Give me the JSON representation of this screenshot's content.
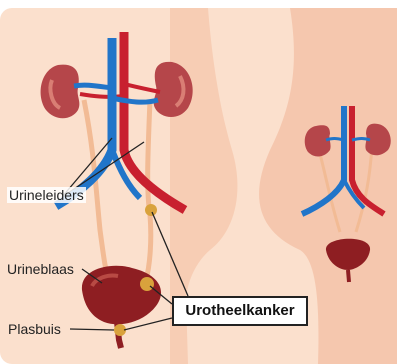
{
  "labels": {
    "ureters": "Urineleiders",
    "bladder": "Urineblaas",
    "urethra": "Plasbuis",
    "callout": "Urotheelkanker"
  },
  "colors": {
    "skin": "#FBE0CD",
    "kidney": "#B5464A",
    "artery": "#C8202F",
    "vein": "#2175C9",
    "ureter": "#F7C9A6",
    "bladder": "#8E1E22",
    "tumor": "#D9A23C",
    "line": "#222222"
  }
}
